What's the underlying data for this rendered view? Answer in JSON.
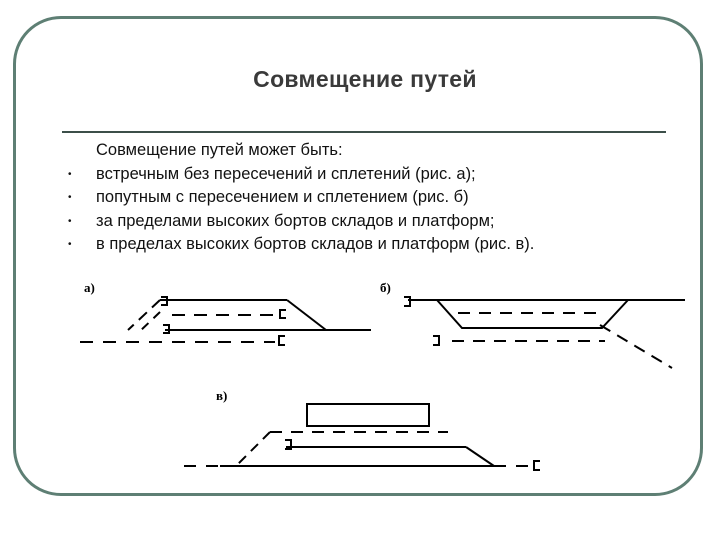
{
  "slide": {
    "title": "Совмещение путей",
    "intro": "Совмещение путей может быть:",
    "bullets": [
      "встречным без пересечений и сплетений (рис. а);",
      "попутным с пересечением и сплетением (рис. б)",
      "за пределами высоких бортов складов и платформ;",
      "в пределах высоких бортов складов и платформ (рис. в)."
    ],
    "bullet_glyph": "•"
  },
  "figures": {
    "a": {
      "label": "а)"
    },
    "b": {
      "label": "б)"
    },
    "v": {
      "label": "в)"
    }
  },
  "colors": {
    "frame": "#5e7f74",
    "rule": "#3c4f49",
    "title": "#3a3a3a",
    "line": "#000000"
  }
}
